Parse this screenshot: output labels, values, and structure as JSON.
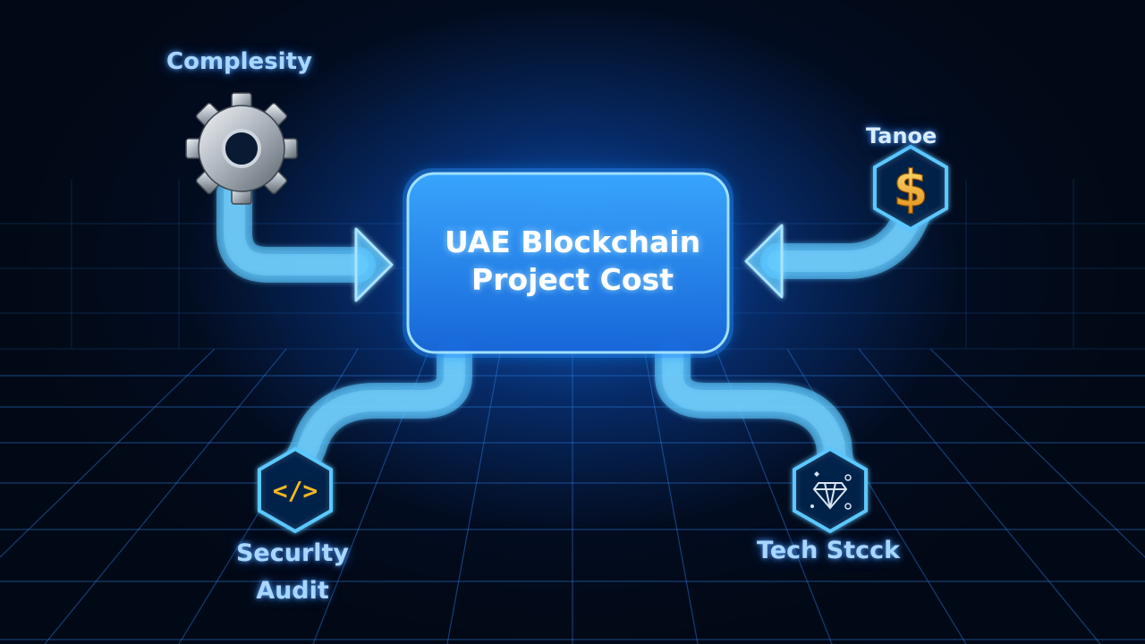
{
  "center": {
    "title_line1": "UAE Blockchain",
    "title_line2": "Project Cost"
  },
  "factors": {
    "complexity": "Complesity",
    "time": "Tanoe",
    "security_line1": "Securlty",
    "security_line2": "Audit",
    "tech_stack": "Tech Stcck"
  },
  "icons": {
    "complexity": "gear-icon",
    "time": "dollar-icon",
    "security": "code-icon",
    "tech_stack": "gem-icon"
  },
  "colors": {
    "background": "#020916",
    "glow": "#1e8cff",
    "connector": "#5cc8ff",
    "center_box": "#2a8ef0",
    "icon_accent": "#f2b824",
    "label": "#a9d6ff"
  },
  "symbols": {
    "dollar": "$",
    "code": "</>"
  }
}
